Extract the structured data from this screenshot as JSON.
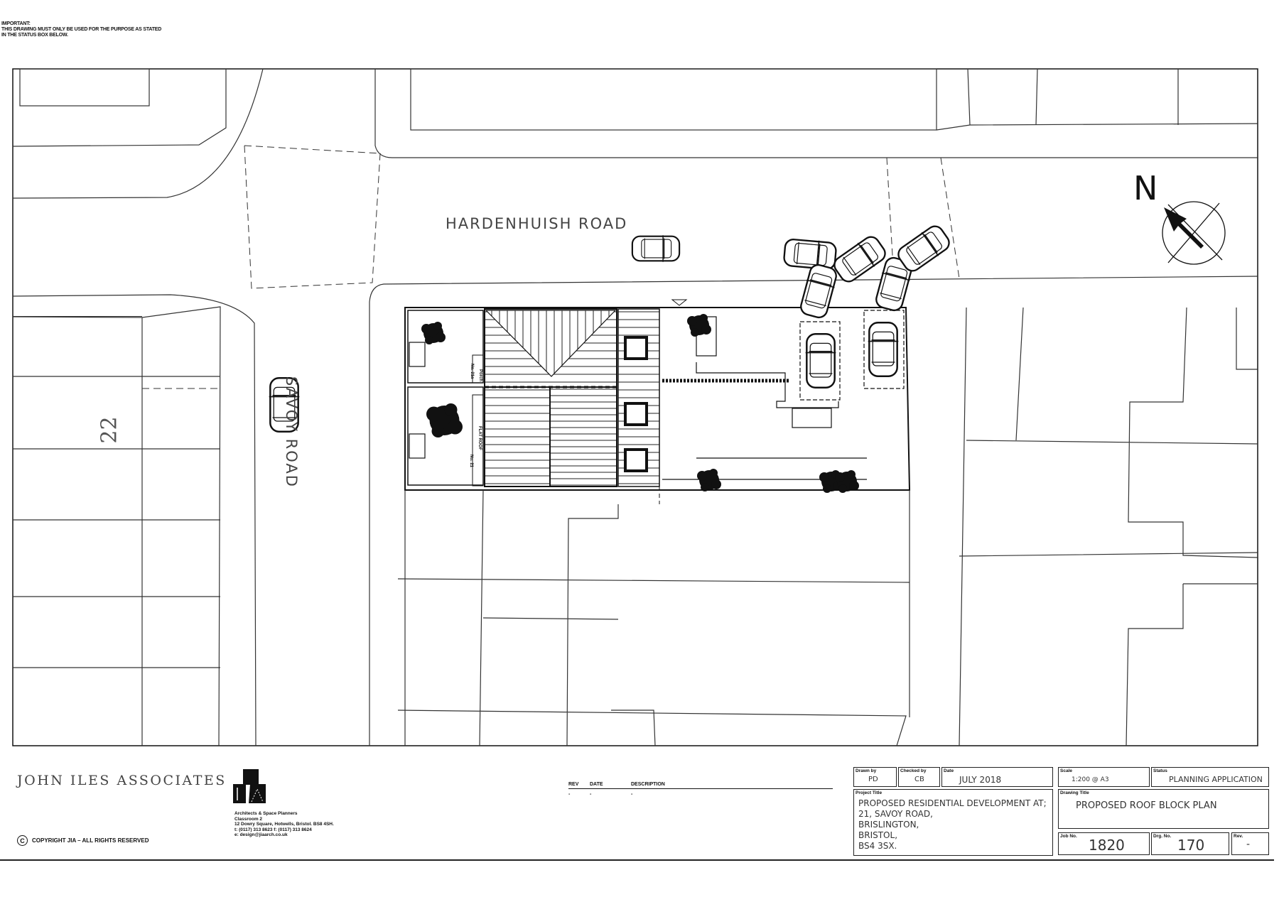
{
  "notice": {
    "heading": "IMPORTANT:",
    "line1": "THIS DRAWING MUST ONLY BE USED FOR THE PURPOSE AS STATED",
    "line2": "IN THE STATUS BOX BELOW."
  },
  "plan": {
    "road_north": "HARDENHUISH ROAD",
    "road_west": "SAVOY ROAD",
    "house_number": "22",
    "north_label": "N",
    "unit_labels": {
      "unit_a": "No. 21a",
      "porch": "Porch",
      "flat_roof": "FLAT ROOF",
      "unit_b": "No. 21"
    },
    "icons": [
      "north-arrow-icon",
      "car-icon",
      "tree-icon",
      "rooflight-icon"
    ]
  },
  "footer": {
    "firm_name": "JOHN ILES ASSOCIATES",
    "copyright": "COPYRIGHT JIA – ALL RIGHTS RESERVED",
    "copyright_symbol": "C",
    "address": {
      "line1": "Architects & Space Planners",
      "line2": "Classroom 2",
      "line3": "12 Dowry Square, Hotwells, Bristol. BS8 4SH.",
      "line4": "t: (0117) 313 8623 f: (0117) 313 8624",
      "line5": "e: design@jiaarch.co.uk"
    }
  },
  "revisions": {
    "headers": {
      "rev": "REV",
      "date": "DATE",
      "description": "DESCRIPTION"
    },
    "rows": [
      {
        "rev": "-",
        "date": "-",
        "description": "-"
      }
    ]
  },
  "title_block": {
    "drawn_by": {
      "label": "Drawn by",
      "value": "PD"
    },
    "checked_by": {
      "label": "Checked by",
      "value": "CB"
    },
    "date": {
      "label": "Date",
      "value": "JULY 2018"
    },
    "scale": {
      "label": "Scale",
      "value": "1:200 @ A3"
    },
    "status": {
      "label": "Status",
      "value": "PLANNING APPLICATION"
    },
    "project_title": {
      "label": "Project Title",
      "line1": "PROPOSED RESIDENTIAL DEVELOPMENT AT;",
      "line2": "21, SAVOY ROAD,",
      "line3": "BRISLINGTON,",
      "line4": "BRISTOL,",
      "line5": "BS4 3SX."
    },
    "drawing_title": {
      "label": "Drawing Title",
      "value": "PROPOSED ROOF BLOCK PLAN"
    },
    "job_no": {
      "label": "Job No.",
      "value": "1820"
    },
    "drg_no": {
      "label": "Drg. No.",
      "value": "170"
    },
    "rev": {
      "label": "Rev.",
      "value": "-"
    }
  }
}
